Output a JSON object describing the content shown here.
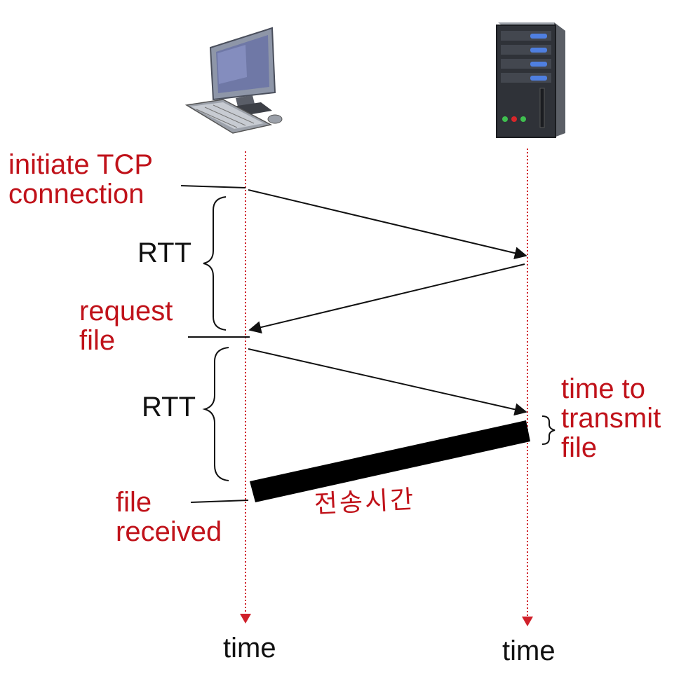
{
  "labels": {
    "initiate": [
      "initiate TCP",
      "connection"
    ],
    "rtt1": "RTT",
    "request": [
      "request",
      "file"
    ],
    "rtt2": "RTT",
    "time_to_transmit": [
      "time to",
      "transmit",
      "file"
    ],
    "file_received": [
      "file",
      "received"
    ],
    "korean_note": "전송시간",
    "time_client": "time",
    "time_server": "time"
  },
  "icons": {
    "client": "desktop-computer-icon",
    "server": "server-tower-icon"
  },
  "colors": {
    "accent_red": "#c0121a",
    "timeline": "#d0202a",
    "arrow": "#111111"
  }
}
